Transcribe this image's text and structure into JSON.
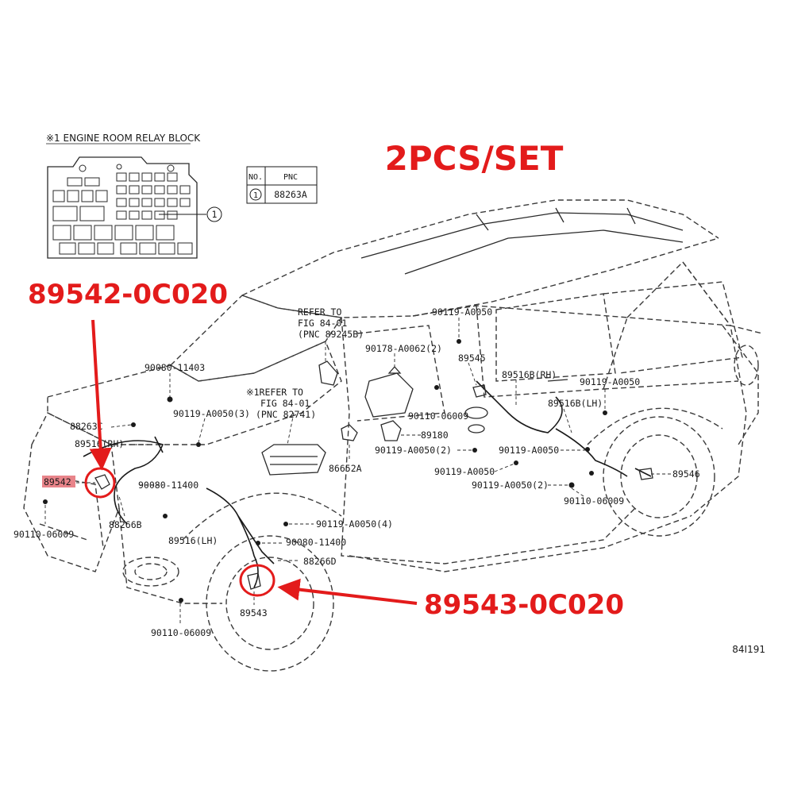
{
  "banner": "2PCS/SET",
  "relay_block": {
    "title": "※1 ENGINE ROOM RELAY BLOCK",
    "callout_number": "1"
  },
  "pnc_table": {
    "headers": [
      "NO.",
      "PNC"
    ],
    "rows": [
      {
        "no": "1",
        "pnc": "88263A"
      }
    ]
  },
  "highlight": {
    "front_part": "89542-0C020",
    "rear_part": "89543-0C020",
    "color": "#e31b1b"
  },
  "refer_notes": {
    "note_a": [
      "REFER TO",
      "FIG 84-01",
      "(PNC 89245B)"
    ],
    "note_b": [
      "※1REFER TO",
      "FIG 84-01",
      "(PNC 82741)"
    ]
  },
  "parts": {
    "p_90080_11403": "90080-11403",
    "p_90119_A0050_3": "90119-A0050(3)",
    "p_88263C": "88263C",
    "p_89516_rh_front": "89516(RH)",
    "p_89542_tag": "89542",
    "p_90080_11400_a": "90080-11400",
    "p_90110_06009_a": "90110-06009",
    "p_88266B": "88266B",
    "p_86652A": "86652A",
    "p_89516_lh": "89516(LH)",
    "p_90119_A0050_4": "90119-A0050(4)",
    "p_90080_11400_b": "90080-11400",
    "p_88266D": "88266D",
    "p_89543": "89543",
    "p_90110_06009_b": "90110-06009",
    "p_90119_A0050_top": "90119-A0050",
    "p_90178_A0062": "90178-A0062(2)",
    "p_89545": "89545",
    "p_89516B_rh": "89516B(RH)",
    "p_90119_A0050_right": "90119-A0050",
    "p_89516B_lh": "89516B(LH)",
    "p_90110_06009_c": "90110-06009",
    "p_89180": "89180",
    "p_90119_A0050_2a": "90119-A0050(2)",
    "p_90119_A0050_mid": "90119-A0050",
    "p_90119_A0050_low": "90119-A0050",
    "p_90119_A0050_2b": "90119-A0050(2)",
    "p_89546": "89546",
    "p_90110_06009_d": "90110-06009"
  },
  "figure_code": "84I191"
}
